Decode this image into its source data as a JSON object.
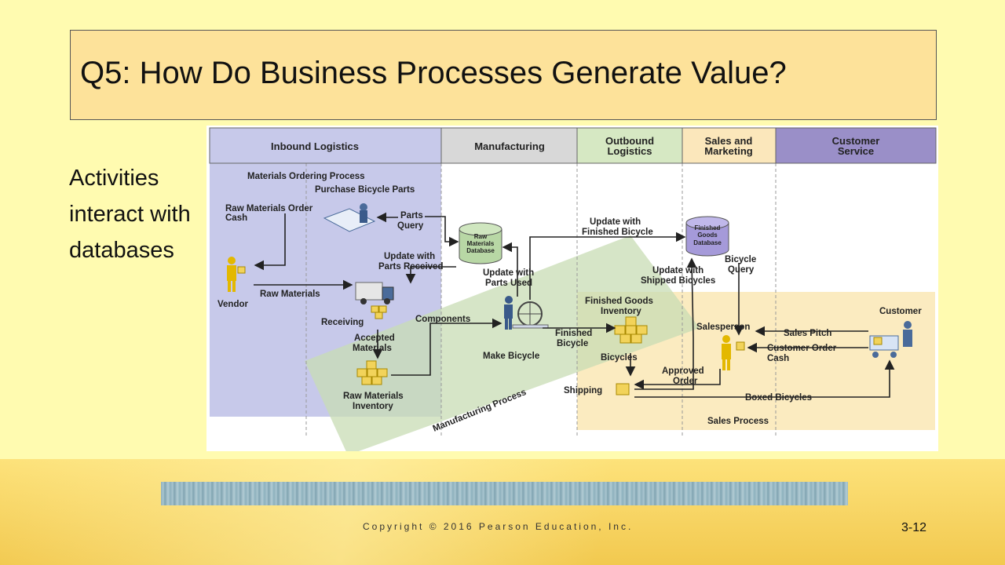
{
  "slide": {
    "title": "Q5: How Do Business Processes Generate Value?",
    "side_text": "Activities interact with databases",
    "copyright": "Copyright © 2016 Pearson Education, Inc.",
    "page_number": "3-12"
  },
  "diagram": {
    "columns": [
      "Inbound Logistics",
      "Manufacturing",
      "Outbound Logistics",
      "Sales and Marketing",
      "Customer Service"
    ],
    "column_colors": [
      "#c7c9ea",
      "#d8d8d8",
      "#d6e8c3",
      "#fbe7bb",
      "#9a8fc8"
    ],
    "processes": {
      "materials_ordering": "Materials Ordering Process",
      "manufacturing": "Manufacturing Process",
      "sales": "Sales Process"
    },
    "databases": {
      "raw_materials": [
        "Raw",
        "Materials",
        "Database"
      ],
      "finished_goods": [
        "Finished",
        "Goods",
        "Database"
      ]
    },
    "nodes": {
      "purchase_bicycle_parts": "Purchase Bicycle Parts",
      "vendor": "Vendor",
      "receiving": "Receiving",
      "accepted_materials": [
        "Accepted",
        "Materials"
      ],
      "raw_materials_inventory": [
        "Raw Materials",
        "Inventory"
      ],
      "make_bicycle": "Make Bicycle",
      "finished_goods_inventory": [
        "Finished Goods",
        "Inventory"
      ],
      "bicycles": "Bicycles",
      "shipping": "Shipping",
      "salesperson": "Salesperson",
      "customer": "Customer"
    },
    "flows": {
      "raw_materials_order_cash": [
        "Raw Materials Order",
        "Cash"
      ],
      "parts_query": [
        "Parts",
        "Query"
      ],
      "update_parts_received": [
        "Update with",
        "Parts Received"
      ],
      "raw_materials": "Raw Materials",
      "update_parts_used": [
        "Update with",
        "Parts Used"
      ],
      "update_finished_bicycle": [
        "Update with",
        "Finished Bicycle"
      ],
      "components": "Components",
      "finished_bicycle": [
        "Finished",
        "Bicycle"
      ],
      "bicycle_query": [
        "Bicycle",
        "Query"
      ],
      "update_shipped_bicycles": [
        "Update with",
        "Shipped Bicycles"
      ],
      "sales_pitch": "Sales Pitch",
      "customer_order_cash": [
        "Customer Order",
        "Cash"
      ],
      "approved_order": [
        "Approved",
        "Order"
      ],
      "boxed_bicycles": "Boxed Bicycles"
    }
  }
}
